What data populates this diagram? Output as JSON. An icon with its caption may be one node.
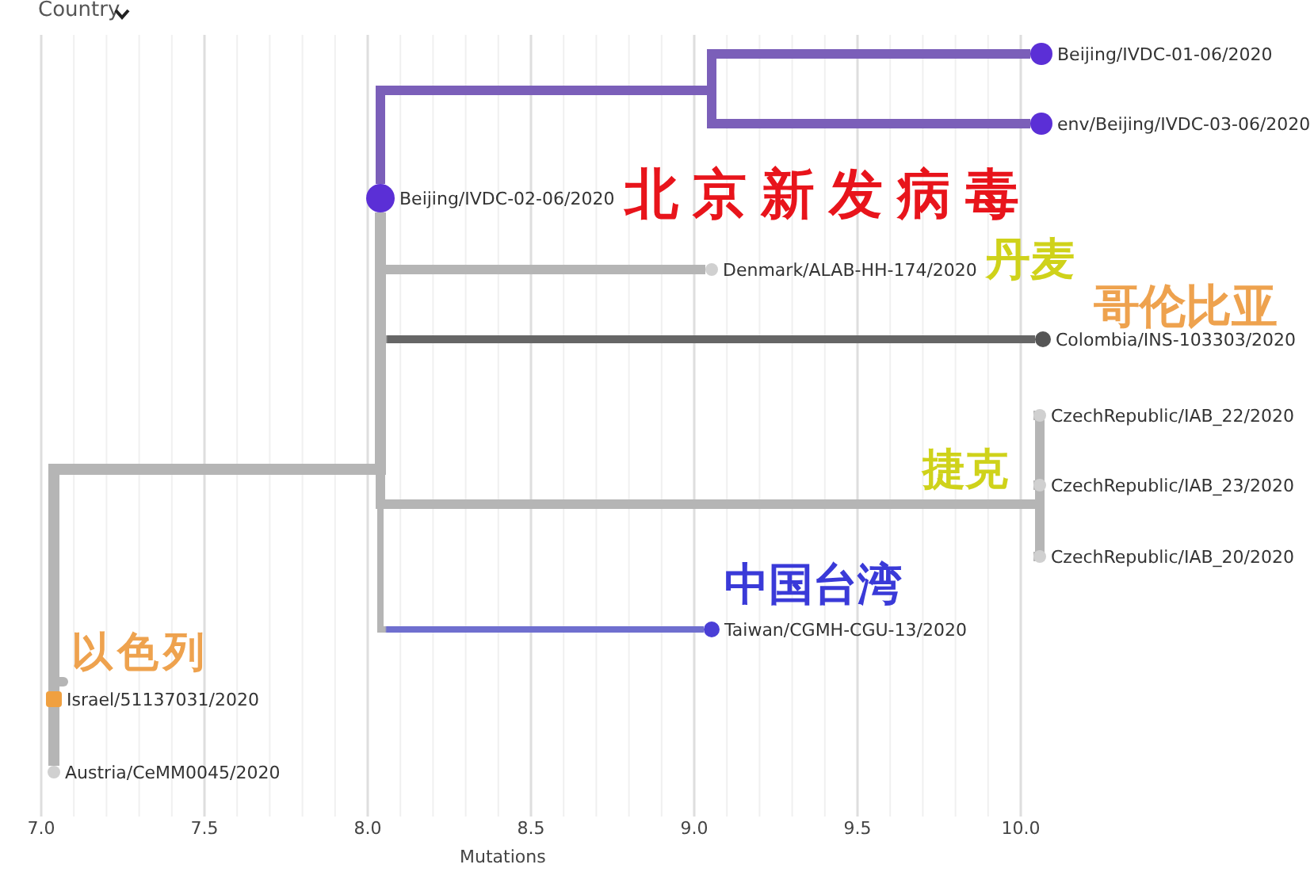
{
  "diagram": {
    "nodes": [
      {
        "text": [
          "Beijing/IVDC-01-06/2020"
        ]
      },
      {
        "text": [
          "env/Beijing/IVDC-03-06/2020"
        ]
      },
      {
        "text": [
          "Beijing/IVDC-02-06/2020"
        ]
      },
      {
        "text": [
          "Denmark/ALAB-HH-174/2020"
        ]
      },
      {
        "text": [
          "Colombia/INS-103303/2020"
        ]
      },
      {
        "text": [
          "CzechRepublic/IAB_22/2020"
        ]
      },
      {
        "text": [
          "CzechRepublic/IAB_23/2020"
        ]
      },
      {
        "text": [
          "CzechRepublic/IAB_20/2020"
        ]
      },
      {
        "text": [
          "Taiwan/CGMH-CGU-13/2020"
        ]
      },
      {
        "text": [
          "Israel/51137031/2020"
        ]
      },
      {
        "text": [
          "Austria/CeMM0045/2020"
        ]
      }
    ],
    "edges": [
      {
        "from": 2,
        "to": 0,
        "arrow": "none",
        "color": "#7b5fb9"
      },
      {
        "from": 2,
        "to": 1,
        "arrow": "none",
        "color": "#7b5fb9"
      },
      {
        "from": 2,
        "to": 3,
        "arrow": "none"
      },
      {
        "from": 2,
        "to": 4,
        "arrow": "none",
        "color": "#666666"
      },
      {
        "from": 2,
        "to": 5,
        "arrow": "none"
      },
      {
        "from": 2,
        "to": 6,
        "arrow": "none"
      },
      {
        "from": 2,
        "to": 7,
        "arrow": "none"
      },
      {
        "from": 2,
        "to": 8,
        "arrow": "none",
        "color": "#6f6fcf"
      },
      {
        "from": 2,
        "to": 9,
        "arrow": "none"
      },
      {
        "from": 2,
        "to": 10,
        "arrow": "none"
      }
    ],
    "labels": [
      "Country",
      "北京新发病毒",
      "丹麦",
      "哥伦比亚",
      "捷克",
      "中国台湾",
      "以色列",
      "7.0",
      "7.5",
      "8.0",
      "8.5",
      "9.0",
      "9.5",
      "10.0",
      "Mutations"
    ]
  }
}
